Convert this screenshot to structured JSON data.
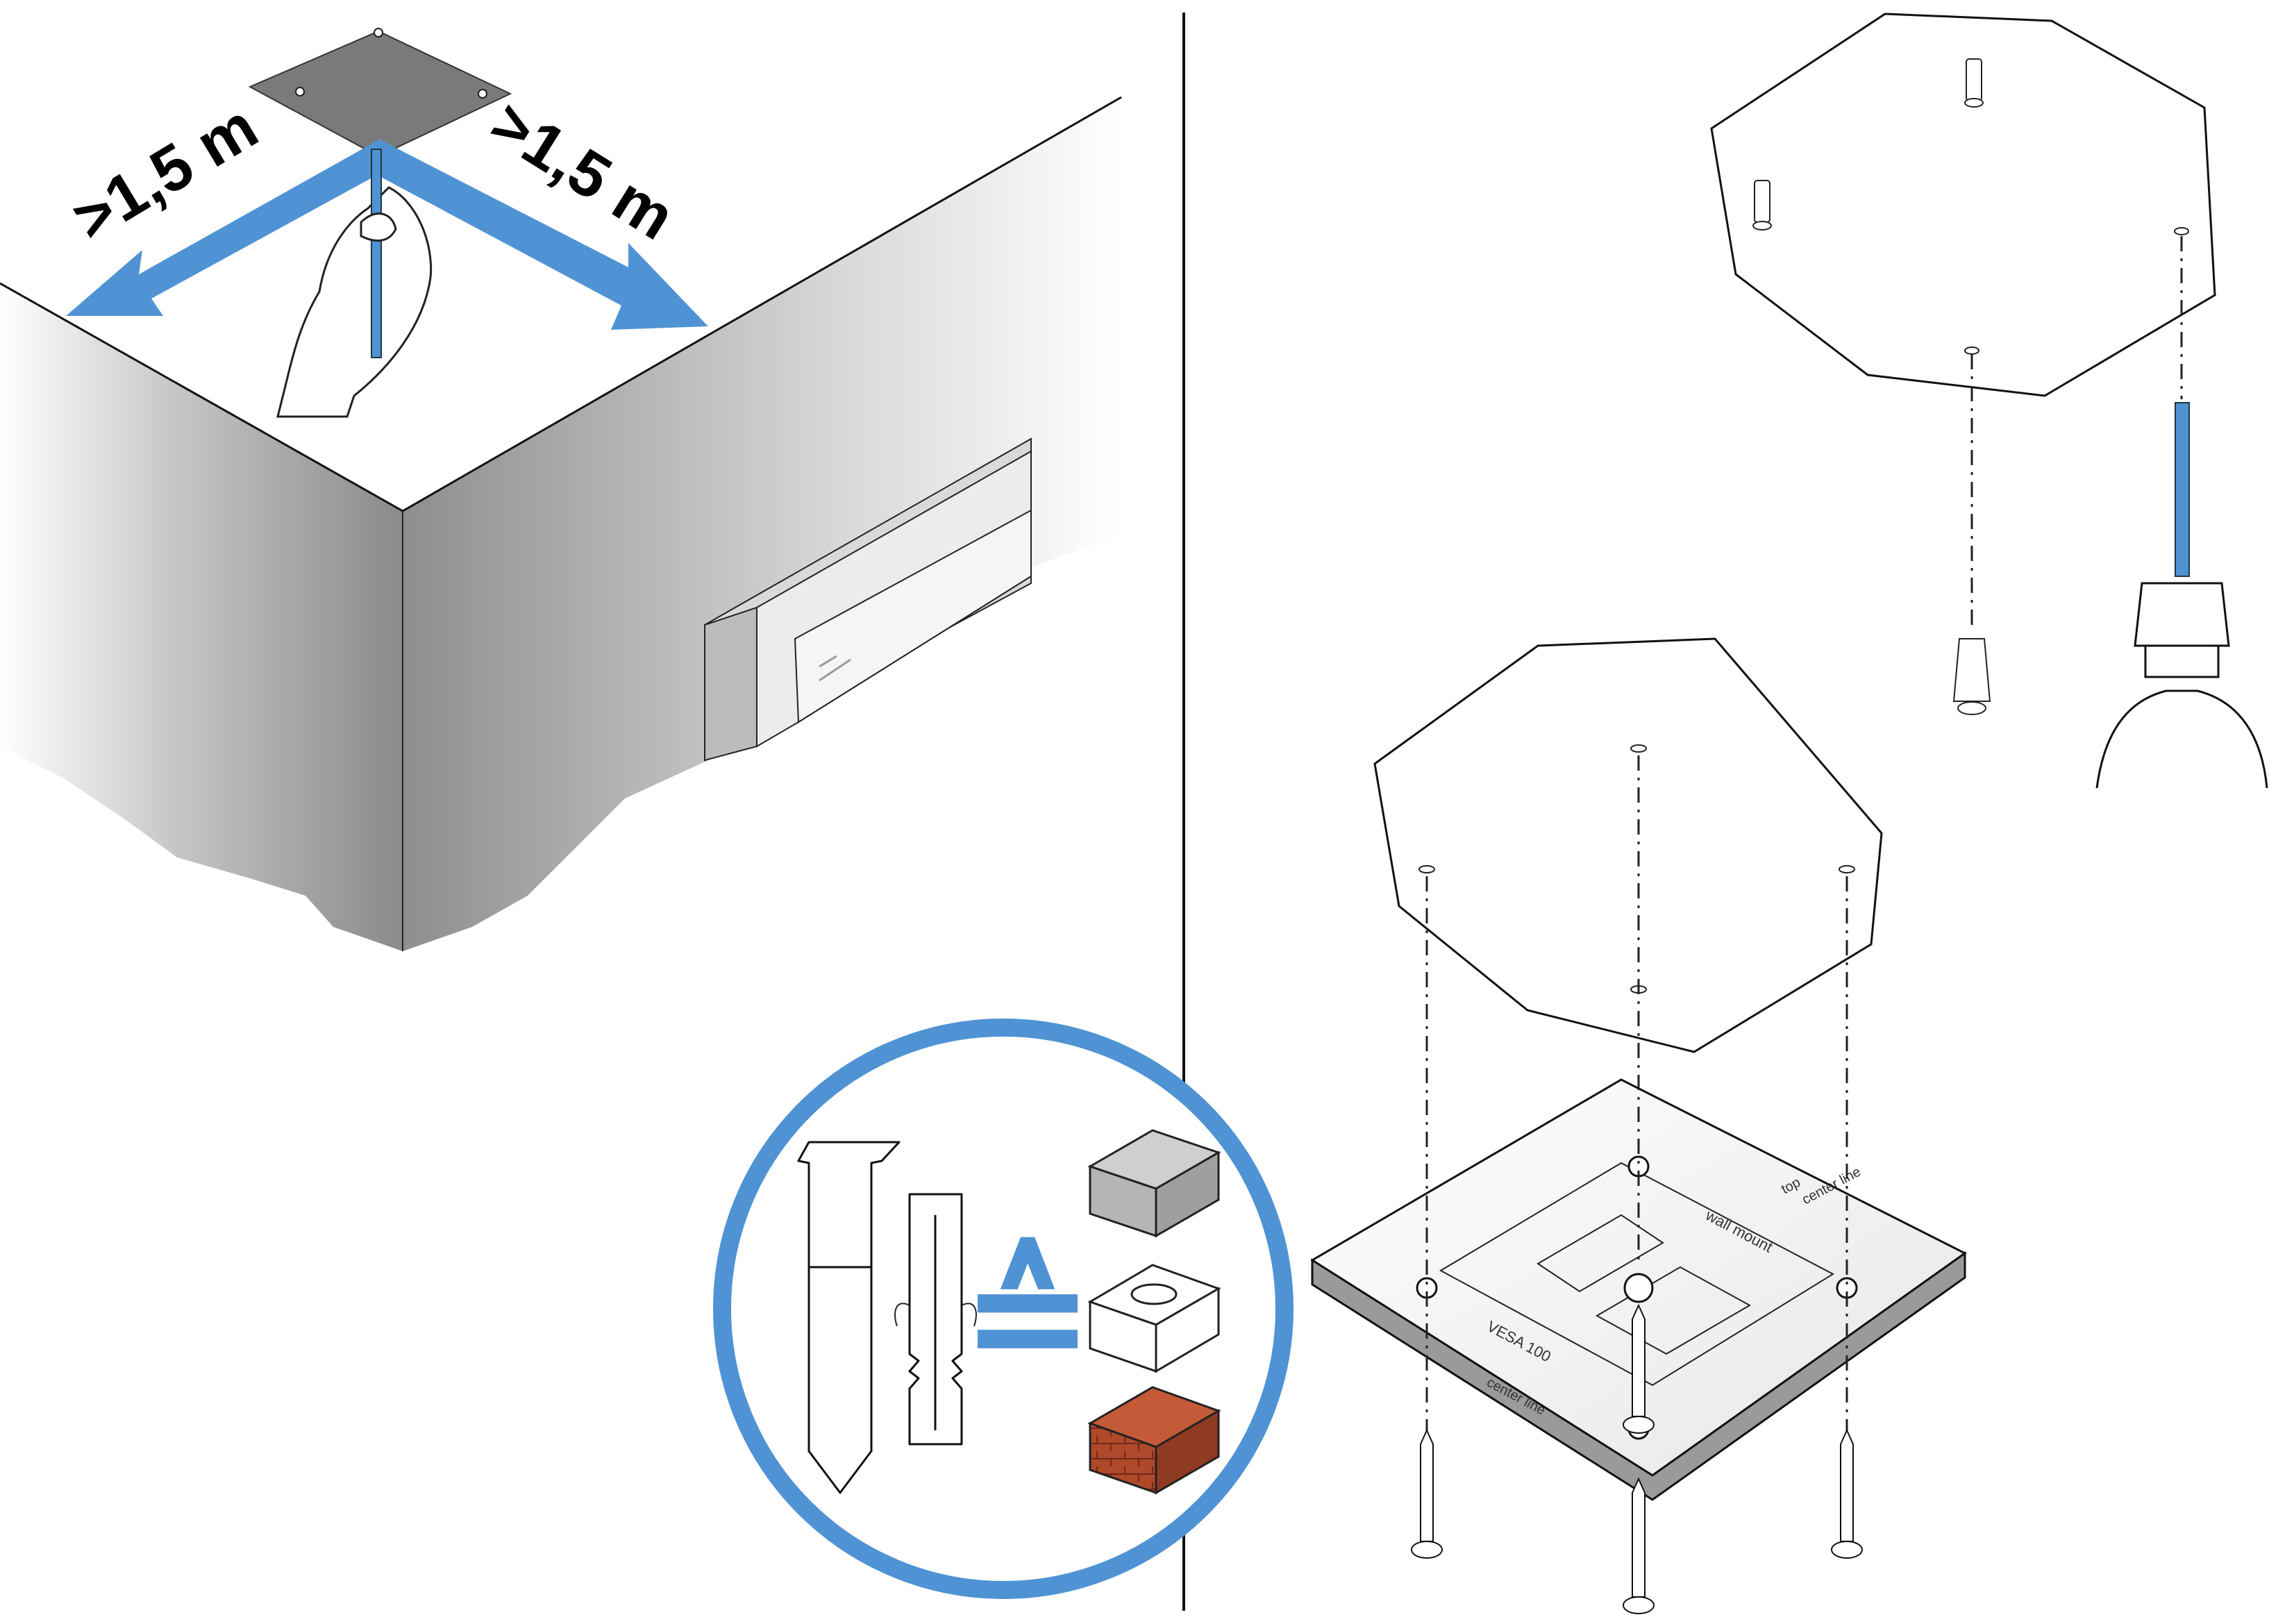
{
  "left_panel": {
    "distance_left": ">1,5 m",
    "distance_right": ">1,5 m"
  },
  "material_circle": {
    "equivalence_symbol": "≙"
  },
  "mount_plate": {
    "label_top": "top",
    "label_center_line_top": "center line",
    "label_wall_mount": "wall mount",
    "label_vesa": "VESA 100",
    "label_center_line_bottom": "center line"
  },
  "colors": {
    "accent_blue": "#4f93d4",
    "brick": "#b0482a",
    "plate_gray": "#7a7a7a"
  }
}
